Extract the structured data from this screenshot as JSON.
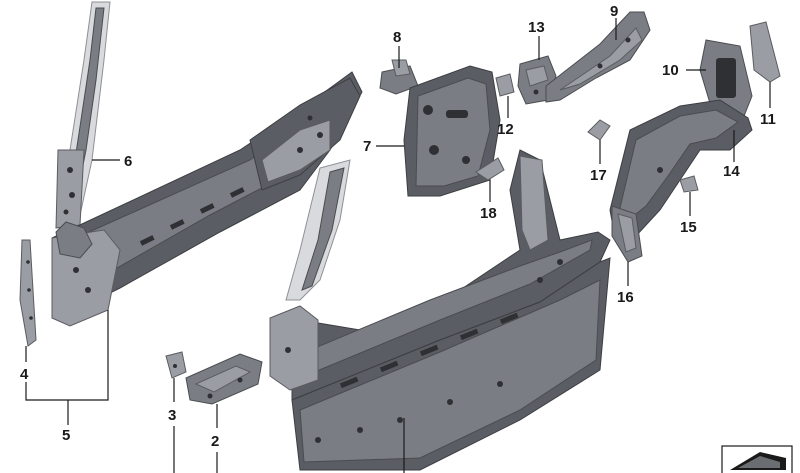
{
  "diagram": {
    "callouts": [
      {
        "id": "1",
        "label": ""
      },
      {
        "id": "2",
        "label": "2"
      },
      {
        "id": "3",
        "label": "3"
      },
      {
        "id": "4",
        "label": "4"
      },
      {
        "id": "5",
        "label": "5"
      },
      {
        "id": "6",
        "label": "6"
      },
      {
        "id": "7",
        "label": "7"
      },
      {
        "id": "8",
        "label": "8"
      },
      {
        "id": "9",
        "label": "9"
      },
      {
        "id": "10",
        "label": "10"
      },
      {
        "id": "11",
        "label": "11"
      },
      {
        "id": "12",
        "label": "12"
      },
      {
        "id": "13",
        "label": "13"
      },
      {
        "id": "14",
        "label": "14"
      },
      {
        "id": "15",
        "label": "15"
      },
      {
        "id": "16",
        "label": "16"
      },
      {
        "id": "17",
        "label": "17"
      },
      {
        "id": "18",
        "label": "18"
      }
    ],
    "colors": {
      "metal_dark": "#5a5d63",
      "metal_mid": "#7a7d83",
      "metal_light": "#9a9da3",
      "pillar_pale": "#d9dadd",
      "ink": "#1a1a1a"
    },
    "footer_icon": "vehicle-side-silhouette-icon"
  }
}
